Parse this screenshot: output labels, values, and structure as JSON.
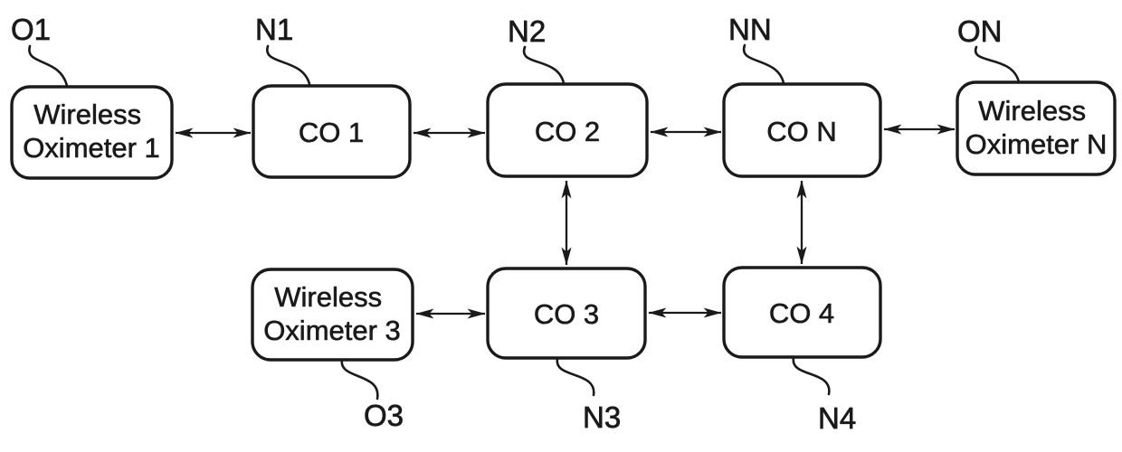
{
  "diagram": {
    "description": "Network of wireless oximeters and communication nodes",
    "ink_color": "#1a1a1a",
    "background_color": "#ffffff",
    "nodes": {
      "oximeter1": {
        "ref": "O1",
        "line1": "Wireless",
        "line2": "Oximeter 1"
      },
      "co1": {
        "ref": "N1",
        "label": "CO 1"
      },
      "co2": {
        "ref": "N2",
        "label": "CO 2"
      },
      "coN": {
        "ref": "NN",
        "label": "CO N"
      },
      "oximeterN": {
        "ref": "ON",
        "line1": "Wireless",
        "line2": "Oximeter N"
      },
      "oximeter3": {
        "ref": "O3",
        "line1": "Wireless",
        "line2": "Oximeter 3"
      },
      "co3": {
        "ref": "N3",
        "label": "CO 3"
      },
      "co4": {
        "ref": "N4",
        "label": "CO 4"
      }
    },
    "edges": [
      {
        "from": "Wireless Oximeter 1",
        "to": "CO 1",
        "type": "bidirectional"
      },
      {
        "from": "CO 1",
        "to": "CO 2",
        "type": "bidirectional"
      },
      {
        "from": "CO 2",
        "to": "CO N",
        "type": "bidirectional"
      },
      {
        "from": "CO N",
        "to": "Wireless Oximeter N",
        "type": "bidirectional"
      },
      {
        "from": "CO 2",
        "to": "CO 3",
        "type": "bidirectional"
      },
      {
        "from": "CO N",
        "to": "CO 4",
        "type": "bidirectional"
      },
      {
        "from": "Wireless Oximeter 3",
        "to": "CO 3",
        "type": "bidirectional"
      },
      {
        "from": "CO 3",
        "to": "CO 4",
        "type": "bidirectional"
      }
    ]
  }
}
